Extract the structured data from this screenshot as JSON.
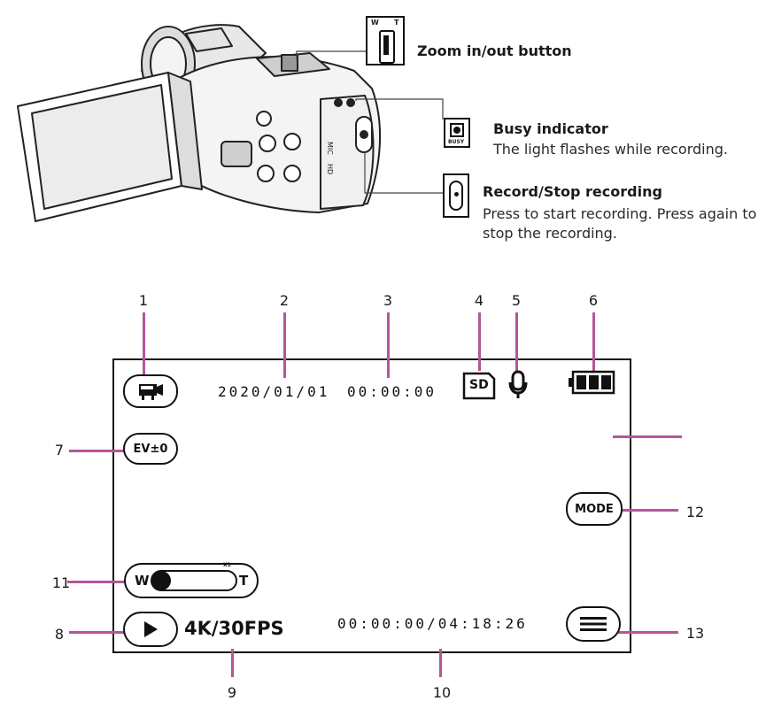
{
  "callouts": [
    {
      "title": "Zoom in/out button",
      "desc": ""
    },
    {
      "title": "Busy indicator",
      "desc": "The light flashes while recording."
    },
    {
      "title": "Record/Stop recording",
      "desc": "Press to start recording. Press again to stop the recording."
    }
  ],
  "icons": {
    "zoom_w": "W",
    "zoom_t": "T",
    "busy": "BUSY",
    "camera_panel": [
      "MIC",
      "HD"
    ]
  },
  "osd": {
    "date": "2020/01/01",
    "time": "00:00:00",
    "sd": "SD",
    "ev": "EV±0",
    "mode": "MODE",
    "zoom_w": "W",
    "zoom_t": "T",
    "zoom_level": "X1",
    "format": "4K/30FPS",
    "counter": "00:00:00/04:18:26"
  },
  "numbers": [
    "1",
    "2",
    "3",
    "4",
    "5",
    "6",
    "7",
    "8",
    "9",
    "10",
    "11",
    "12",
    "13"
  ],
  "colors": {
    "pointer": "#b5559a",
    "ink": "#111111"
  }
}
